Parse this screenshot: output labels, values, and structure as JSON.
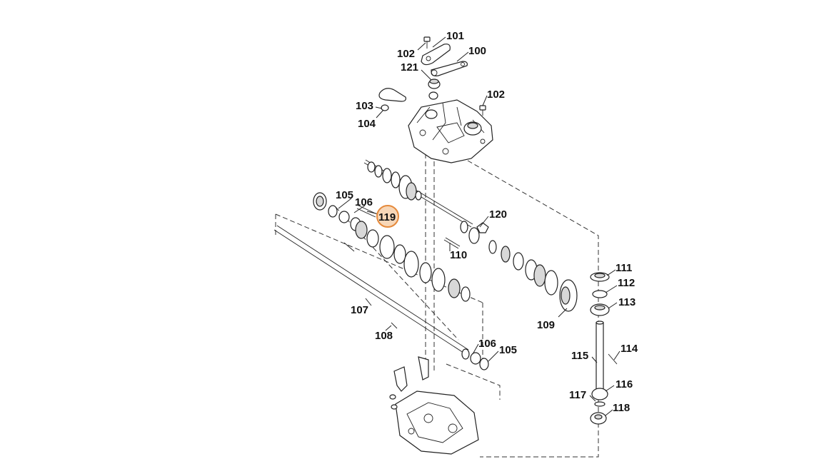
{
  "diagram": {
    "highlight_color": "#e58a3c",
    "callouts": [
      {
        "id": "c101",
        "text": "101"
      },
      {
        "id": "c102a",
        "text": "102"
      },
      {
        "id": "c100",
        "text": "100"
      },
      {
        "id": "c121",
        "text": "121"
      },
      {
        "id": "c102b",
        "text": "102"
      },
      {
        "id": "c103",
        "text": "103"
      },
      {
        "id": "c104",
        "text": "104"
      },
      {
        "id": "c105a",
        "text": "105"
      },
      {
        "id": "c106a",
        "text": "106"
      },
      {
        "id": "c119",
        "text": "119",
        "highlighted": true
      },
      {
        "id": "c120",
        "text": "120"
      },
      {
        "id": "c110",
        "text": "110"
      },
      {
        "id": "c111",
        "text": "111"
      },
      {
        "id": "c112",
        "text": "112"
      },
      {
        "id": "c113",
        "text": "113"
      },
      {
        "id": "c109",
        "text": "109"
      },
      {
        "id": "c107",
        "text": "107"
      },
      {
        "id": "c108",
        "text": "108"
      },
      {
        "id": "c106b",
        "text": "106"
      },
      {
        "id": "c105b",
        "text": "105"
      },
      {
        "id": "c114",
        "text": "114"
      },
      {
        "id": "c115",
        "text": "115"
      },
      {
        "id": "c116",
        "text": "116"
      },
      {
        "id": "c117",
        "text": "117"
      },
      {
        "id": "c118",
        "text": "118"
      }
    ]
  }
}
